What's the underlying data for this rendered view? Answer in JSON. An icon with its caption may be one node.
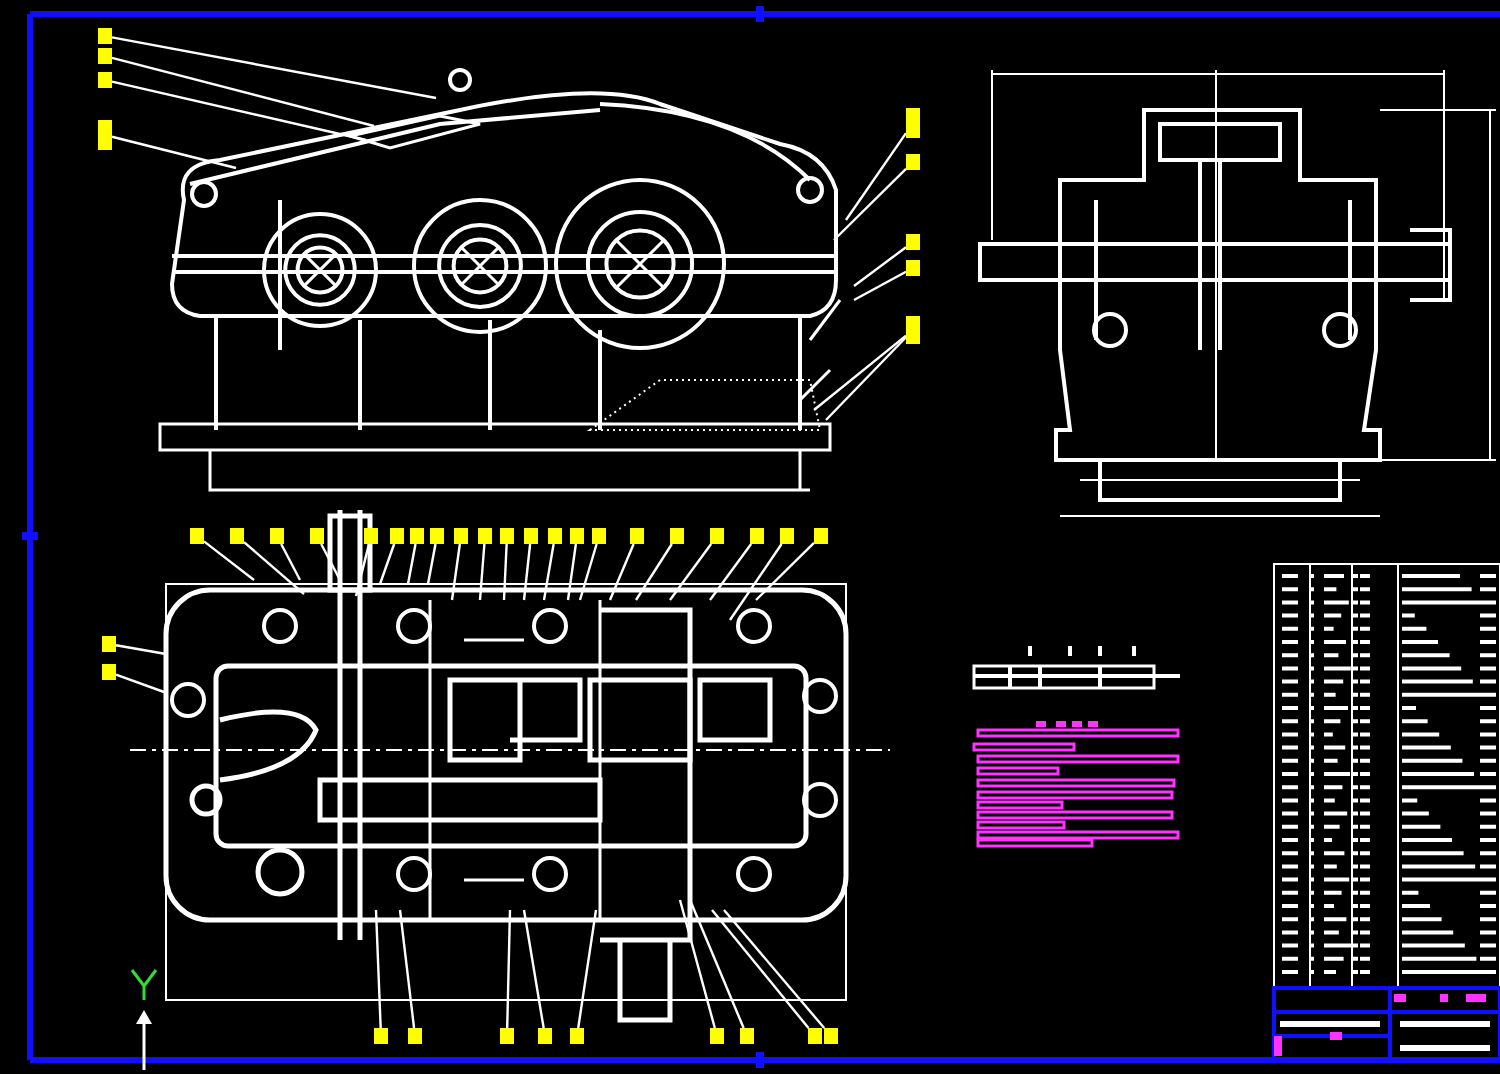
{
  "diagram": {
    "nodes": [
      {
        "text": [],
        "shape": "box"
      },
      {
        "text": [],
        "shape": "box"
      },
      {
        "text": [],
        "shape": "box"
      },
      {
        "text": [],
        "shape": "box"
      },
      {
        "text": [],
        "shape": "box"
      },
      {
        "text": [],
        "shape": "box"
      },
      {
        "text": [],
        "shape": "box"
      },
      {
        "text": [],
        "shape": "box"
      },
      {
        "text": [],
        "shape": "box"
      },
      {
        "text": [],
        "shape": "box"
      },
      {
        "text": [],
        "shape": "box"
      },
      {
        "text": [],
        "shape": "box"
      },
      {
        "text": [],
        "shape": "box"
      },
      {
        "text": [],
        "shape": "box"
      },
      {
        "text": [],
        "shape": "box"
      },
      {
        "text": [],
        "shape": "box"
      },
      {
        "text": [],
        "shape": "box"
      },
      {
        "text": [],
        "shape": "box"
      },
      {
        "text": [],
        "shape": "box"
      },
      {
        "text": [],
        "shape": "box"
      },
      {
        "text": [],
        "shape": "box"
      },
      {
        "text": [],
        "shape": "box"
      },
      {
        "text": [],
        "shape": "box"
      },
      {
        "text": [],
        "shape": "box"
      },
      {
        "text": [],
        "shape": "box"
      },
      {
        "text": [],
        "shape": "box"
      },
      {
        "text": [],
        "shape": "box"
      },
      {
        "text": [],
        "shape": "box"
      },
      {
        "text": [],
        "shape": "box"
      },
      {
        "text": [],
        "shape": "box"
      },
      {
        "text": [],
        "shape": "box"
      },
      {
        "text": [],
        "shape": "box"
      },
      {
        "text": [],
        "shape": "box"
      },
      {
        "text": [],
        "shape": "box"
      },
      {
        "text": [],
        "shape": "box"
      },
      {
        "text": [],
        "shape": "box"
      },
      {
        "text": [],
        "shape": "box"
      },
      {
        "text": [],
        "shape": "box"
      },
      {
        "text": [],
        "shape": "box"
      },
      {
        "text": [],
        "shape": "box"
      },
      {
        "text": [],
        "shape": "box"
      }
    ],
    "edges": [
      {
        "from": 0,
        "to": null,
        "arrow": "none"
      },
      {
        "from": 1,
        "to": null,
        "arrow": "none"
      },
      {
        "from": 2,
        "to": null,
        "arrow": "none"
      },
      {
        "from": 3,
        "to": null,
        "arrow": "none"
      },
      {
        "from": 4,
        "to": null,
        "arrow": "none"
      },
      {
        "from": 5,
        "to": null,
        "arrow": "none"
      },
      {
        "from": 6,
        "to": null,
        "arrow": "none"
      },
      {
        "from": 7,
        "to": null,
        "arrow": "none"
      },
      {
        "from": 8,
        "to": null,
        "arrow": "none"
      },
      {
        "from": 8,
        "to": null,
        "arrow": "none"
      },
      {
        "from": 9,
        "to": null,
        "arrow": "none"
      },
      {
        "from": 10,
        "to": null,
        "arrow": "none"
      },
      {
        "from": 11,
        "to": null,
        "arrow": "none"
      },
      {
        "from": 12,
        "to": null,
        "arrow": "none"
      },
      {
        "from": 13,
        "to": null,
        "arrow": "none"
      },
      {
        "from": 14,
        "to": null,
        "arrow": "none"
      },
      {
        "from": 15,
        "to": null,
        "arrow": "none"
      },
      {
        "from": 16,
        "to": null,
        "arrow": "none"
      },
      {
        "from": 17,
        "to": null,
        "arrow": "none"
      },
      {
        "from": 18,
        "to": null,
        "arrow": "none"
      },
      {
        "from": 19,
        "to": null,
        "arrow": "none"
      },
      {
        "from": 20,
        "to": null,
        "arrow": "none"
      },
      {
        "from": 21,
        "to": null,
        "arrow": "none"
      },
      {
        "from": 22,
        "to": null,
        "arrow": "none"
      },
      {
        "from": 23,
        "to": null,
        "arrow": "none"
      },
      {
        "from": 24,
        "to": null,
        "arrow": "none"
      },
      {
        "from": 25,
        "to": null,
        "arrow": "none"
      },
      {
        "from": 26,
        "to": null,
        "arrow": "none"
      },
      {
        "from": 27,
        "to": null,
        "arrow": "none"
      },
      {
        "from": 28,
        "to": null,
        "arrow": "none"
      },
      {
        "from": 29,
        "to": null,
        "arrow": "none"
      },
      {
        "from": 30,
        "to": null,
        "arrow": "none"
      },
      {
        "from": 31,
        "to": null,
        "arrow": "none"
      },
      {
        "from": 32,
        "to": null,
        "arrow": "none"
      },
      {
        "from": 33,
        "to": null,
        "arrow": "none"
      },
      {
        "from": 34,
        "to": null,
        "arrow": "none"
      },
      {
        "from": 35,
        "to": null,
        "arrow": "none"
      },
      {
        "from": 36,
        "to": null,
        "arrow": "none"
      },
      {
        "from": 37,
        "to": null,
        "arrow": "none"
      },
      {
        "from": 38,
        "to": null,
        "arrow": "none"
      },
      {
        "from": 39,
        "to": null,
        "arrow": "none"
      },
      {
        "from": 40,
        "to": null,
        "arrow": "none"
      }
    ]
  }
}
